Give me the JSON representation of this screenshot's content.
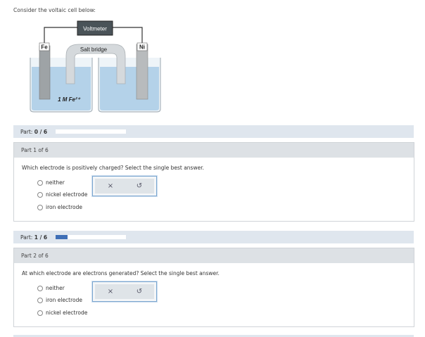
{
  "intro": "Consider the voltaic cell below:",
  "diagram": {
    "voltmeter_label": "Voltmeter",
    "left_electrode": "Fe",
    "right_electrode": "Ni",
    "salt_bridge_label": "Salt bridge",
    "solution_label": "1 M Fe²⁺"
  },
  "parts": [
    {
      "progress_label": "Part:",
      "progress_text": "0 / 6",
      "progress_fraction": 0,
      "header": "Part 1 of 6",
      "question": "Which electrode is positively charged? Select the single best answer.",
      "options": [
        "neither",
        "nickel electrode",
        "iron electrode"
      ]
    },
    {
      "progress_label": "Part:",
      "progress_text": "1 / 6",
      "progress_fraction": 0.1667,
      "header": "Part 2 of 6",
      "question": "At which electrode are electrons generated? Select the single best answer.",
      "options": [
        "neither",
        "iron electrode",
        "nickel electrode"
      ]
    }
  ],
  "buttons": {
    "clear_icon": "close-icon",
    "undo_icon": "undo-icon",
    "clear_glyph": "×",
    "undo_glyph": "↺"
  },
  "colors": {
    "accent": "#3f6fb6",
    "progress_bg": "#dfe6ee",
    "header_bg": "#dde1e5"
  }
}
